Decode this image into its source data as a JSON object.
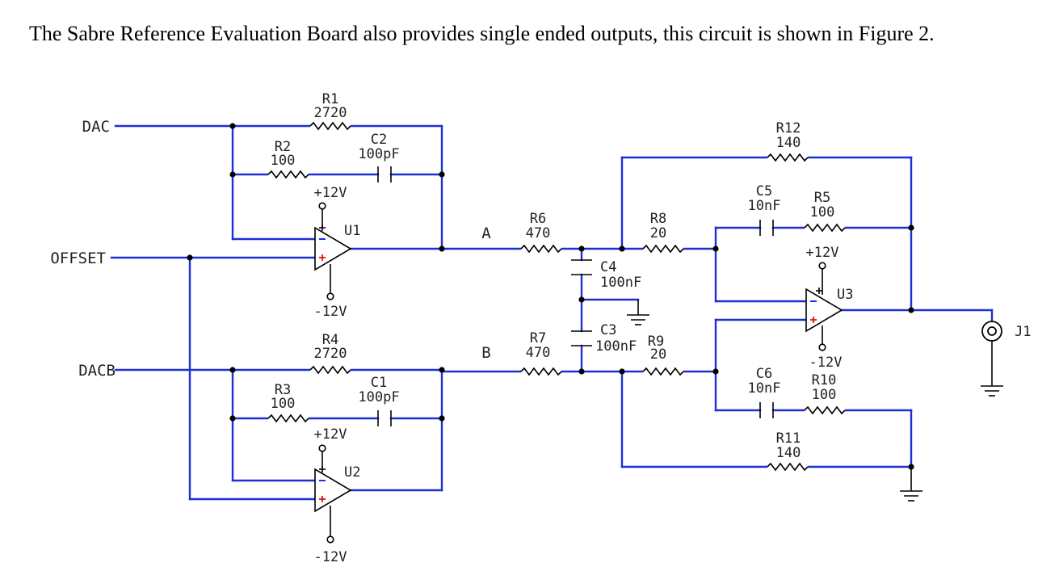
{
  "intro_text": "The Sabre Reference Evaluation Board also provides single ended outputs, this circuit is shown in Figure 2.",
  "colors": {
    "wire": "#1f2fd6",
    "component": "#000000",
    "plus_sign": "#e01010"
  },
  "nets": {
    "dac": "DAC",
    "offset": "OFFSET",
    "dacb": "DACB",
    "a": "A",
    "b": "B",
    "j1": "J1"
  },
  "components": {
    "r1": {
      "ref": "R1",
      "value": "2720"
    },
    "r2": {
      "ref": "R2",
      "value": "100"
    },
    "c2": {
      "ref": "C2",
      "value": "100pF"
    },
    "r4": {
      "ref": "R4",
      "value": "2720"
    },
    "r3": {
      "ref": "R3",
      "value": "100"
    },
    "c1": {
      "ref": "C1",
      "value": "100pF"
    },
    "r6": {
      "ref": "R6",
      "value": "470"
    },
    "r7": {
      "ref": "R7",
      "value": "470"
    },
    "c4": {
      "ref": "C4",
      "value": "100nF"
    },
    "c3": {
      "ref": "C3",
      "value": "100nF"
    },
    "r8": {
      "ref": "R8",
      "value": "20"
    },
    "r9": {
      "ref": "R9",
      "value": "20"
    },
    "r12": {
      "ref": "R12",
      "value": "140"
    },
    "c5": {
      "ref": "C5",
      "value": "10nF"
    },
    "r5": {
      "ref": "R5",
      "value": "100"
    },
    "c6": {
      "ref": "C6",
      "value": "10nF"
    },
    "r10": {
      "ref": "R10",
      "value": "100"
    },
    "r11": {
      "ref": "R11",
      "value": "140"
    },
    "u1": {
      "ref": "U1"
    },
    "u2": {
      "ref": "U2"
    },
    "u3": {
      "ref": "U3"
    }
  },
  "supplies": {
    "u1_pos": "+12V",
    "u1_neg": "-12V",
    "u2_pos": "+12V",
    "u2_neg": "-12V",
    "u3_pos": "+12V",
    "u3_neg": "-12V"
  }
}
